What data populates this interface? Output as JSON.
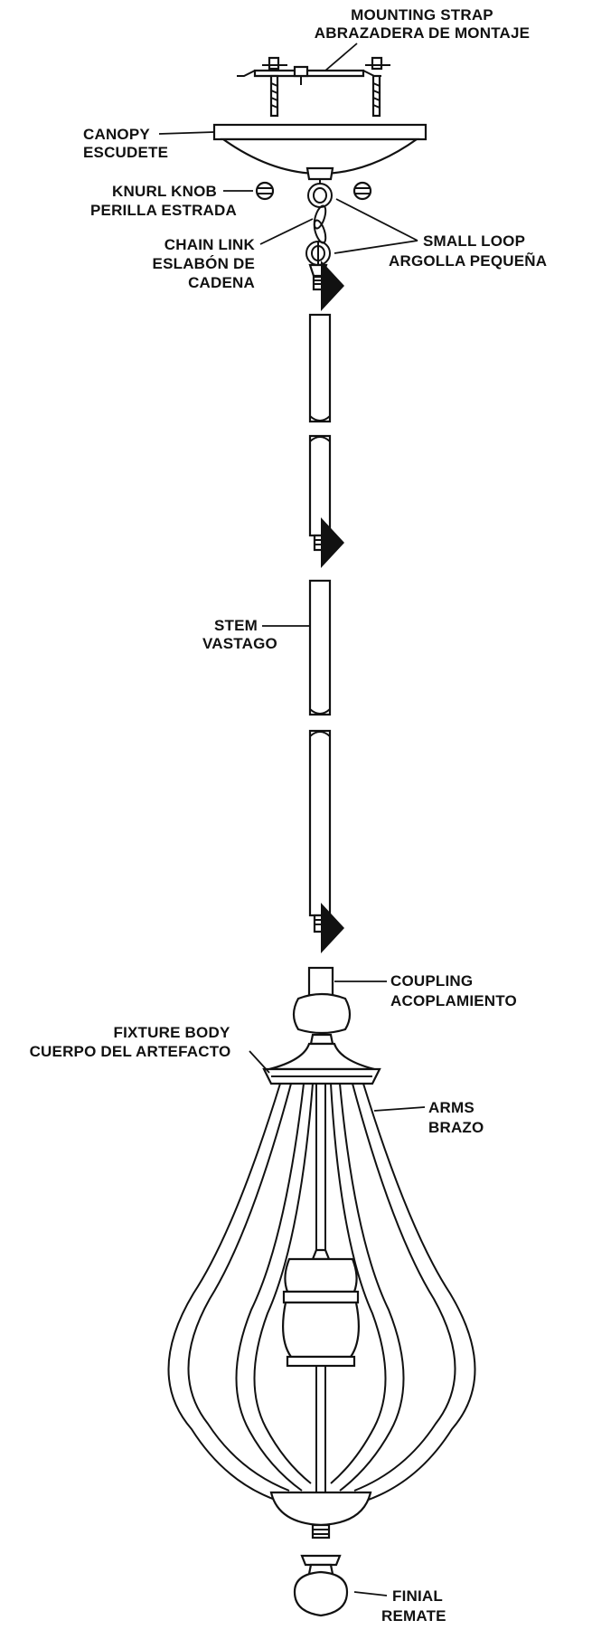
{
  "labels": {
    "mounting_strap": {
      "en": "MOUNTING STRAP",
      "es": "ABRAZADERA DE MONTAJE"
    },
    "canopy": {
      "en": "CANOPY",
      "es": "ESCUDETE"
    },
    "knurl_knob": {
      "en": "KNURL KNOB",
      "es": "PERILLA ESTRADA"
    },
    "chain_link": {
      "en": "CHAIN LINK",
      "es": "ESLABÓN DE",
      "es2": "CADENA"
    },
    "small_loop": {
      "en": "SMALL LOOP",
      "es": "ARGOLLA PEQUEÑA"
    },
    "stem": {
      "en": "STEM",
      "es": "VASTAGO"
    },
    "coupling": {
      "en": "COUPLING",
      "es": "ACOPLAMIENTO"
    },
    "fixture_body": {
      "en": "FIXTURE BODY",
      "es": "CUERPO DEL ARTEFACTO"
    },
    "arms": {
      "en": "ARMS",
      "es": "BRAZO"
    },
    "finial": {
      "en": "FINIAL",
      "es": "REMATE"
    }
  },
  "colors": {
    "ink": "#111111",
    "paper": "#ffffff"
  }
}
